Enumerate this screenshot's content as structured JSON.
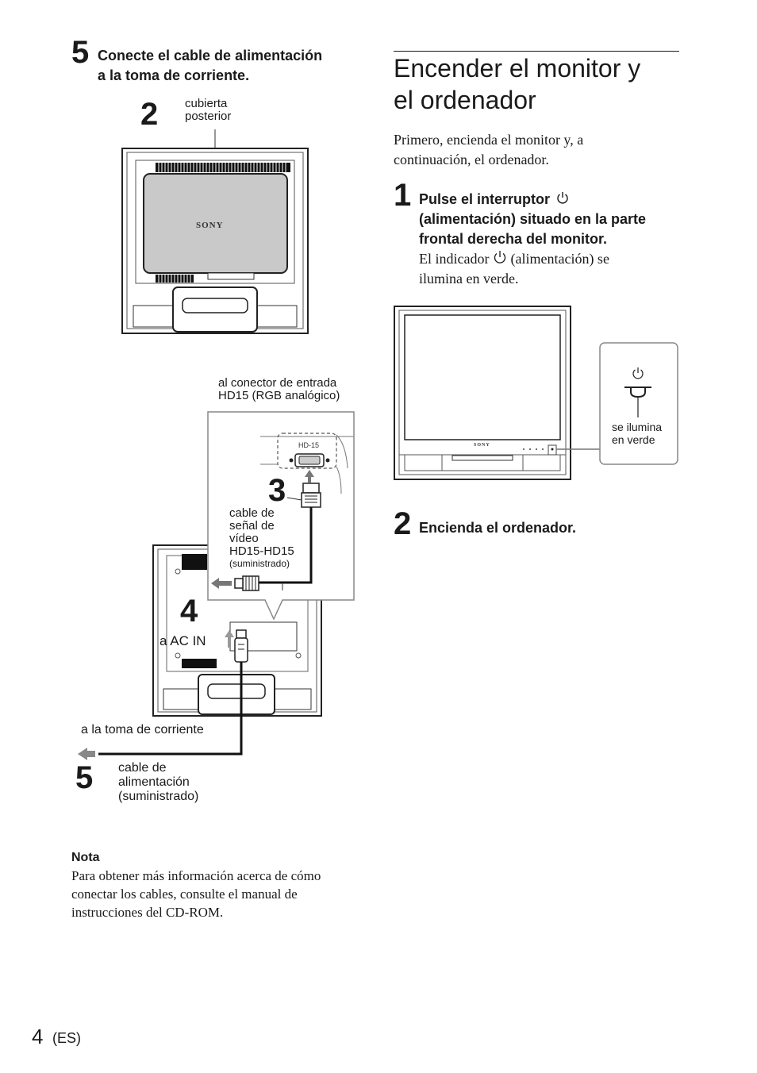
{
  "left": {
    "step5": {
      "number": "5",
      "title_line1": "Conecte el cable de alimentación",
      "title_line2": "a la toma de corriente."
    },
    "figure_top": {
      "callout_number": "2",
      "label_line1": "cubierta",
      "label_line2": "posterior",
      "logo": "SONY"
    },
    "figure_bottom": {
      "connector_label_line1": "al conector de entrada",
      "connector_label_line2": "HD15 (RGB analógico)",
      "port_label": "HD-15",
      "callout3": "3",
      "cable_label_line1": "cable de",
      "cable_label_line2": "señal de",
      "cable_label_line3": "vídeo",
      "cable_label_line4": "HD15-HD15",
      "cable_label_line5": "(suministrado)",
      "callout4": "4",
      "ac_in_label": "a AC IN",
      "outlet_label": "a la toma de corriente",
      "callout5": "5",
      "power_label_line1": "cable de",
      "power_label_line2": "alimentación",
      "power_label_line3": "(suministrado)"
    },
    "note": {
      "title": "Nota",
      "line1": "Para obtener más información acerca de cómo",
      "line2": "conectar los cables, consulte el manual de",
      "line3": "instrucciones del CD-ROM."
    }
  },
  "right": {
    "heading_line1": "Encender el monitor y",
    "heading_line2": "el ordenador",
    "intro_line1": "Primero, encienda el monitor y, a",
    "intro_line2": "continuación, el ordenador.",
    "step1": {
      "number": "1",
      "title_line1": "Pulse el interruptor",
      "title_line2": "(alimentación) situado en la parte",
      "title_line3": "frontal derecha del monitor.",
      "body_line1_a": "El indicador",
      "body_line1_b": "(alimentación) se",
      "body_line2": "ilumina en verde."
    },
    "figure": {
      "logo": "SONY",
      "callout_line1": "se ilumina",
      "callout_line2": "en verde"
    },
    "step2": {
      "number": "2",
      "title": "Encienda el ordenador."
    }
  },
  "footer": {
    "page_number": "4",
    "suffix": "(ES)"
  },
  "icons": {
    "power": "power-icon"
  }
}
